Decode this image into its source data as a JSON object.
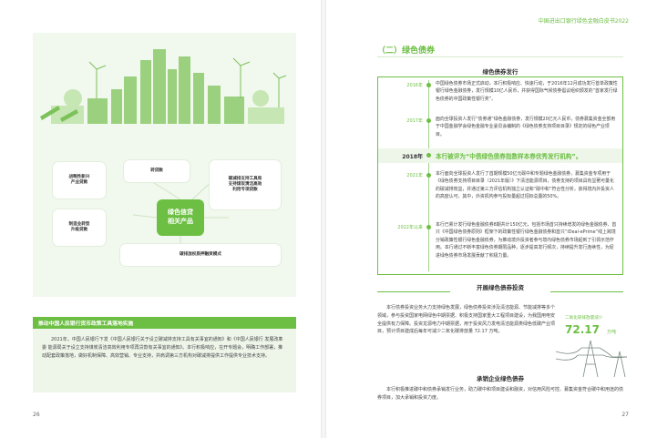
{
  "left": {
    "page_number": "26",
    "diagram": {
      "center": [
        "绿色信贷",
        "相关产品"
      ],
      "items": [
        {
          "lines": [
            "战略性新兴",
            "产业贷款"
          ]
        },
        {
          "lines": [
            "转贷款"
          ]
        },
        {
          "lines": [
            "碳减排支持工具和",
            "支持煤炭清洁高效",
            "利用专项贷款"
          ]
        },
        {
          "lines": [
            "制造业转型",
            "升级贷款"
          ]
        },
        {
          "lines": [
            "碳排放权质押融资模式"
          ]
        }
      ]
    },
    "section": {
      "title": "推动中国人民银行货币政策工具落地实施",
      "text": "2021年，中国人民银行下发《中国人民银行关于设立碳减排支持工具有关事宜的通知》和《中国人民银行 发展改革委 能源局关于设立支持煤炭清洁高效利用专项再贷款有关事宜的通知》。本行积极响应，在开专题会，明确工作部署，推动配套政策落地，做好机制保障、高效营销、专业支持，并肩调第三方机构对碳减排提供工作提供专业技术支持。"
    }
  },
  "right": {
    "header": "中国进出口银行绿色金融白皮书2022",
    "page_number": "27",
    "title": "（二）绿色债券",
    "subsections": {
      "issue": "绿色债券发行",
      "invest": "开展绿色债券投资",
      "underwrite": "承销企业绿色债券"
    },
    "timeline": [
      {
        "year": "2016年",
        "text": "中国绿色债券市场正式启动，本行积极响应、快速行动，于2016年12月成功发行首单政策性银行绿色金融债券，发行规模10亿人民币，并获得国际气候债券倡议组织颁发的“首家发行绿色债券的中国政策性银行奖”。"
      },
      {
        "year": "2017年",
        "text": "面向全球投资人发行“债券通”绿色金融债券，发行规模20亿元人民币，债券募集资金全部用于中国金融学会绿色金融专业委员会编制的《绿色债券支持项目目录》规定的绿色产业项目。"
      },
      {
        "year": "2018年",
        "text": "本行被评为“中债绿色债券指数样本券优秀发行机构”。"
      },
      {
        "year": "2021年",
        "text": "本行面向全球投资人发行了首期规模50亿元碳中和专题绿色金融债券，募集资金专项用于《绿色债券支持项目目录（2021年版）》下清洁能源项目，债券支持的项目具有显著可量化的碳减排效益，并通过第三方评估机构独立认证和“碳中和”符合性分析，获得境内外投资人的高度认可，其中，外资机构参与投标量超过招标总量的50%。"
      },
      {
        "year": "2022年以来",
        "text": "本行已累计发行绿色金融债券8期共计150亿元，包括市场首只持续增发的绿色金融债券、首只《中国绿色债券原则》框架下的政策性银行绿色金融债券和首只“iDeal-ePrime”线上跨境分销政策性银行绿色金融债券，为推动境外投资者参与境内绿色债券市场起到了引领示范作用。本行通过不断丰富绿色债券期限品种，逐步提高发行频次，持续提升发行连续性，为促进绿色债券市场发展贡献了积极力量。"
      }
    ],
    "invest_text": "本行债券投资业务大力支持绿色发展，绿色债券投资涉及清洁能源、节能减排等多个领域，参与投资国家电网绿色中期票据、积极支持国家重大工程项目建设，为我国用电安全提供有力保障。投资龙源电力中期票据，用于投资风力发电清洁能源类绿色低碳产业项目，预计项目建成后每年可减少二氧化碳排放量 72.17 万吨。",
    "stat": {
      "label": "二氧化碳排放量减少",
      "value": "72.17",
      "unit": "万吨"
    },
    "underwrite_text": "本行积极推进碳中和债券承销发行业务，助力碳中和项目建设和融资，对信用风险可控、募集资金符合碳中和用途的债券项目，加大承销和投资力度。"
  }
}
